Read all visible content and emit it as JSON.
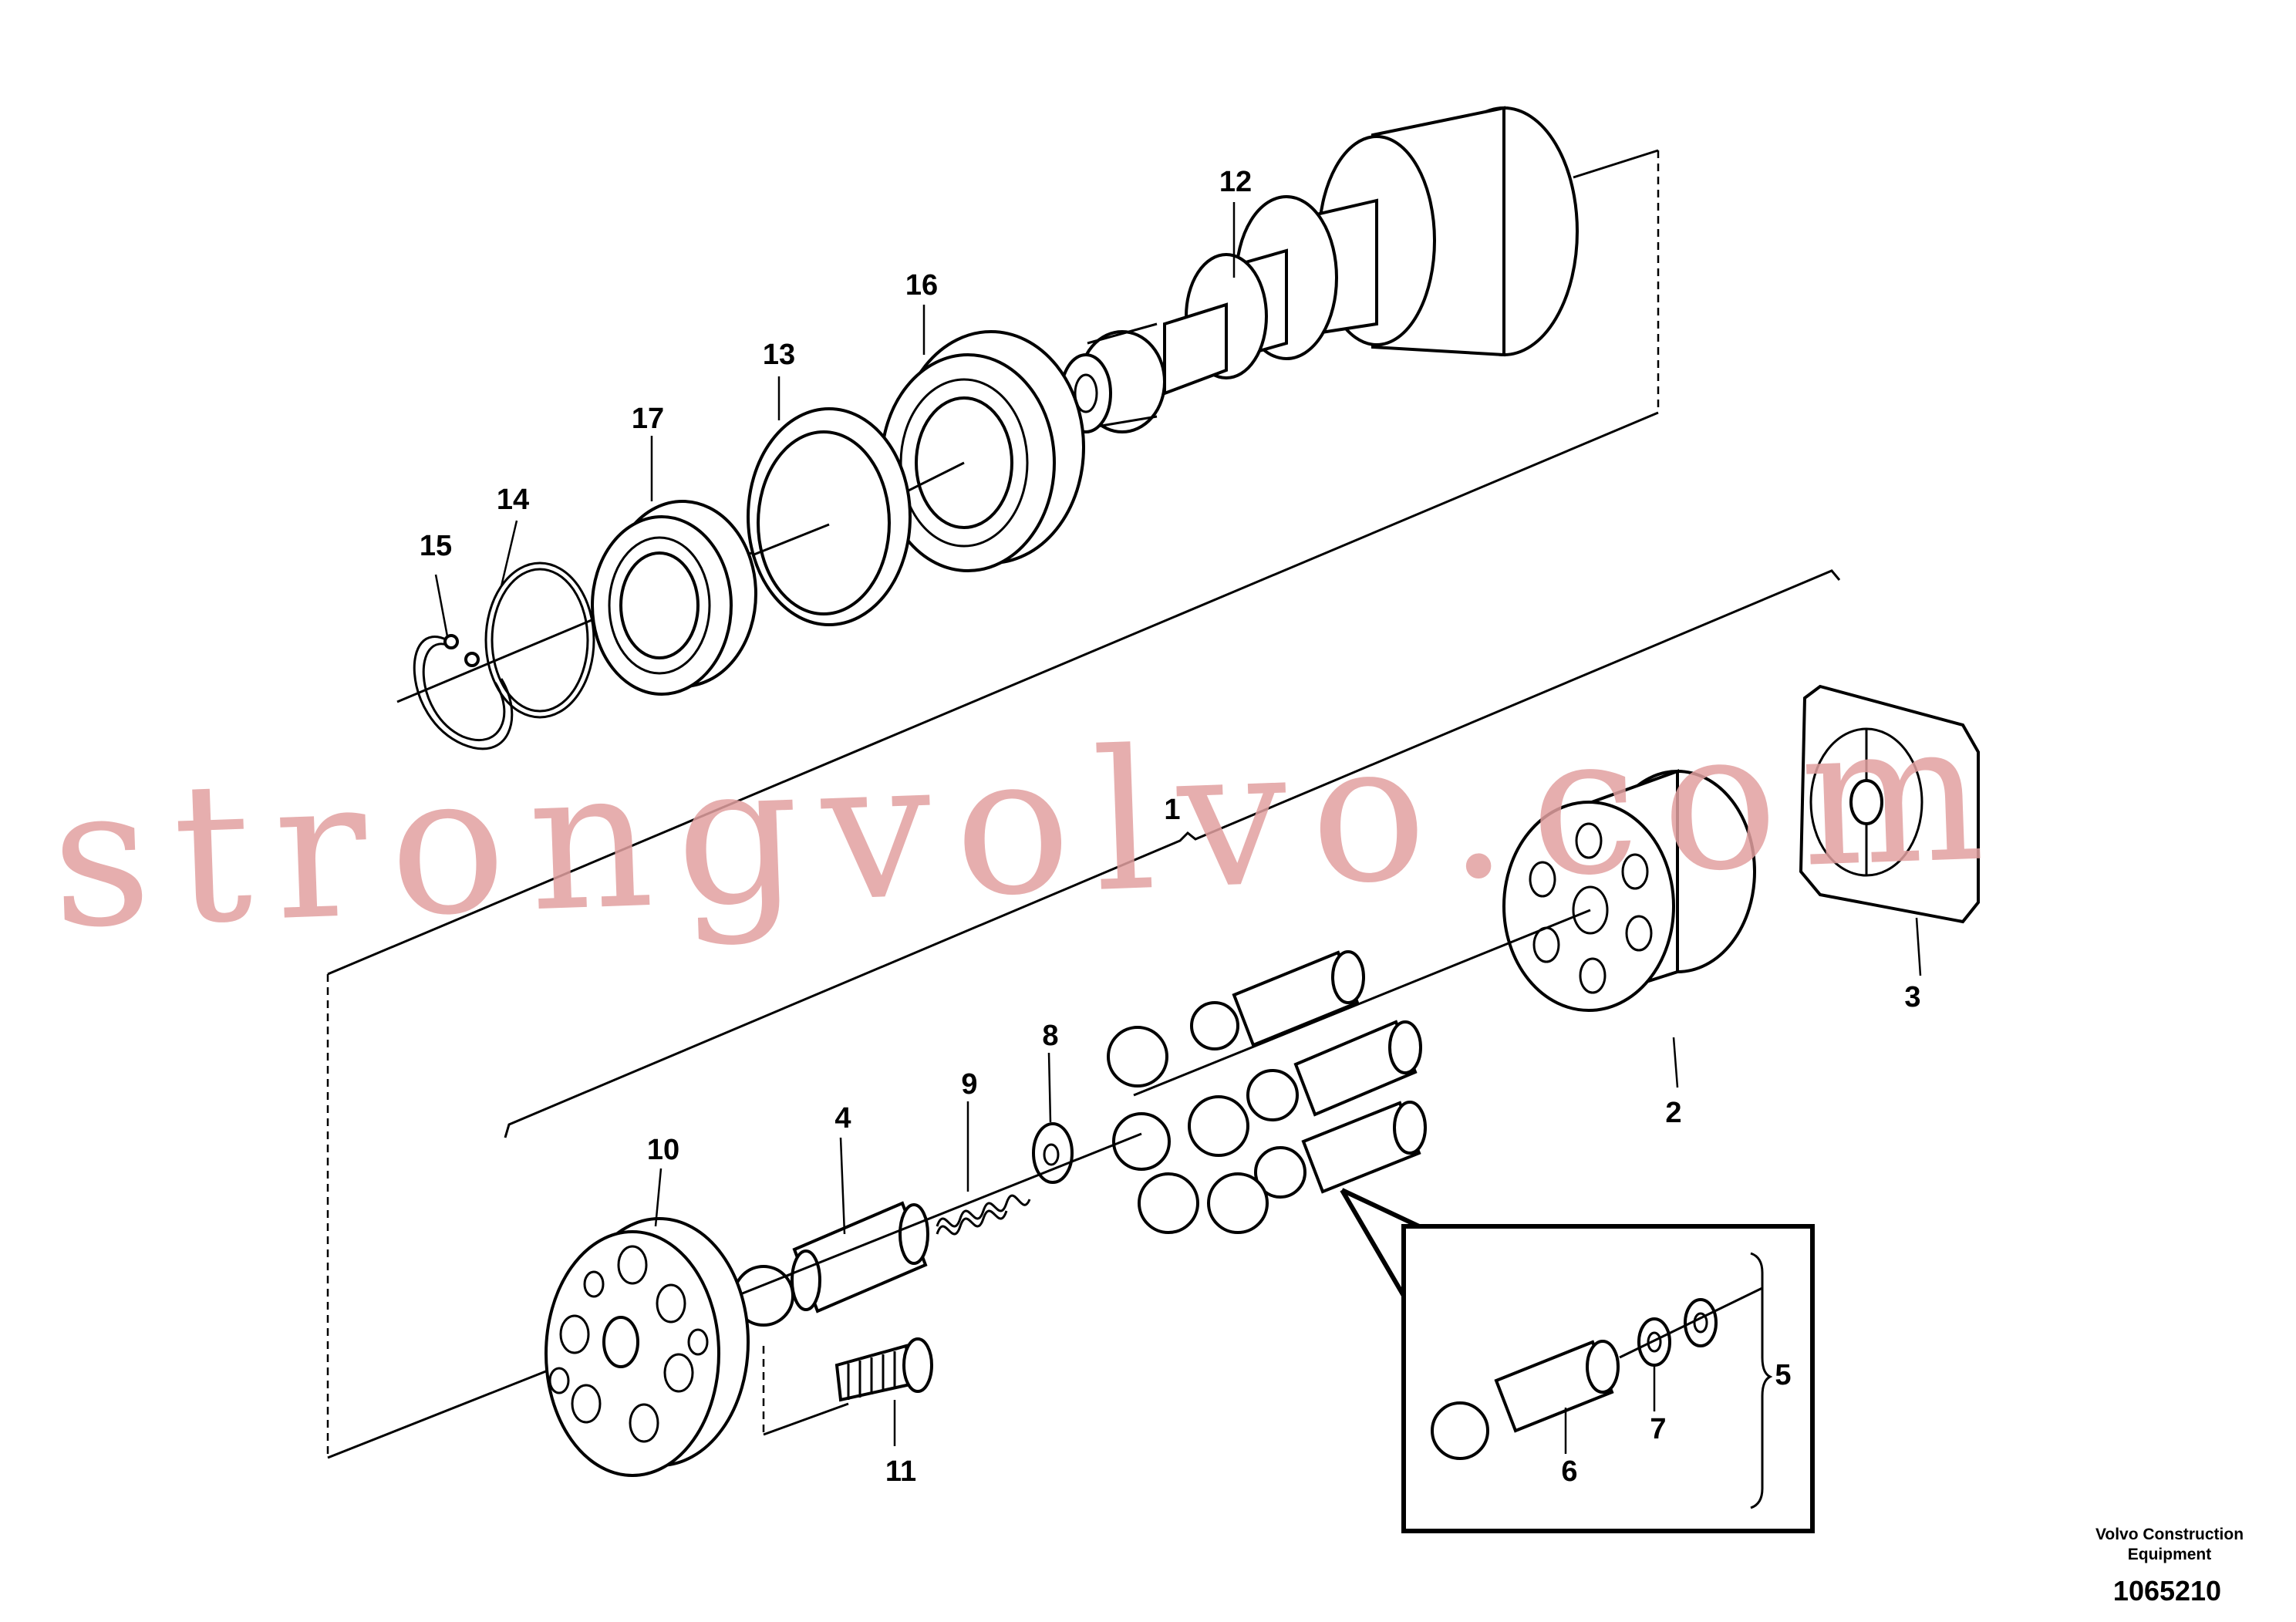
{
  "labels": {
    "l1": "1",
    "l2": "2",
    "l3": "3",
    "l4": "4",
    "l5": "5",
    "l6": "6",
    "l7": "7",
    "l8": "8",
    "l9": "9",
    "l10": "10",
    "l11": "11",
    "l12": "12",
    "l13": "13",
    "l14": "14",
    "l15": "15",
    "l16": "16",
    "l17": "17"
  },
  "watermark": "strongvolvo.com",
  "publisher": {
    "line1": "Volvo Construction",
    "line2": "Equipment"
  },
  "document_number": "1065210"
}
